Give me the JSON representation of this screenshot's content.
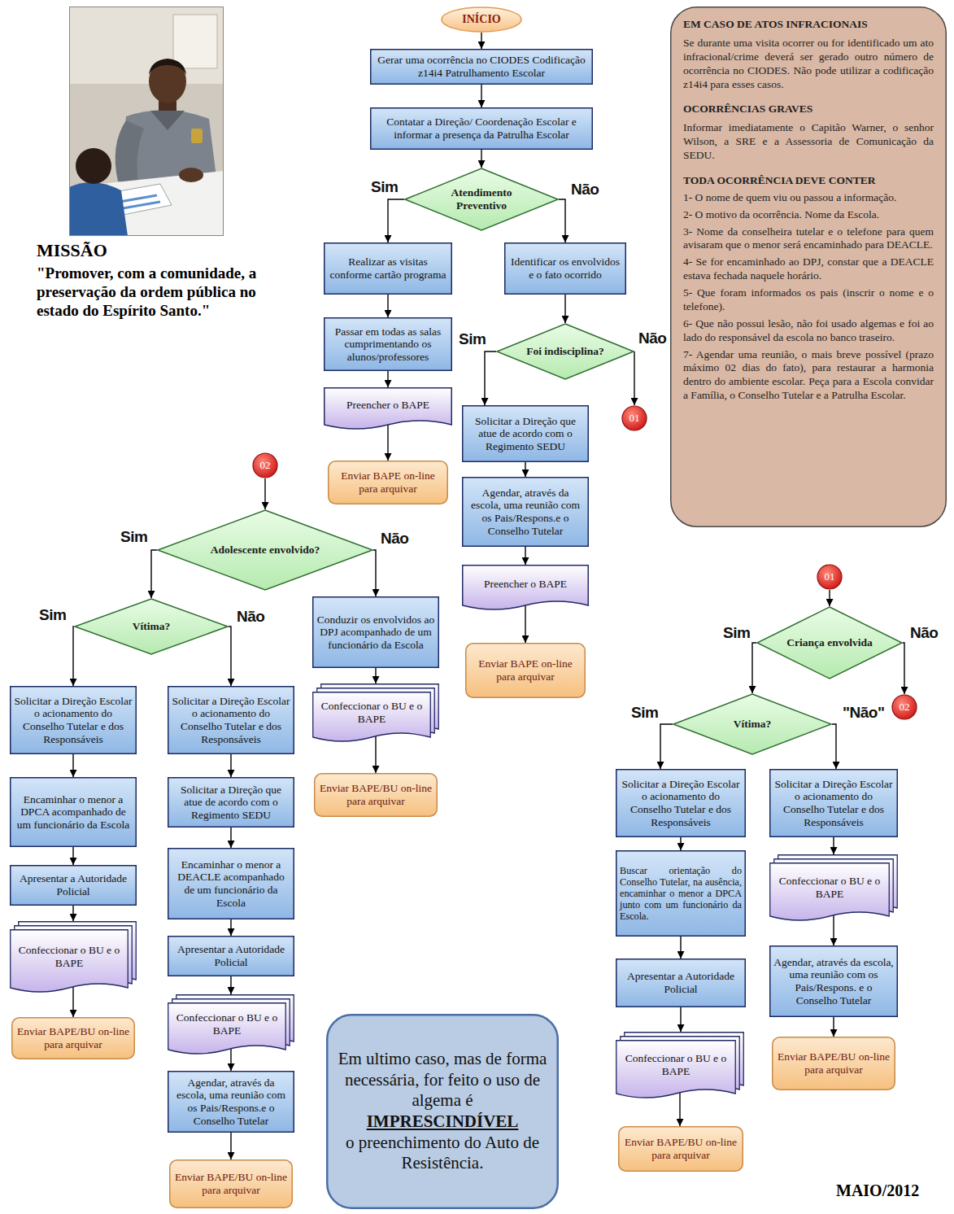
{
  "diagram": {
    "nodes": [
      {
        "text": [
          "INÍCIO"
        ]
      },
      {
        "text": [
          "Gerar uma ocorrência no CIODES Codificação z14i4 Patrulhamento Escolar"
        ]
      },
      {
        "text": [
          "Contatar a Direção/ Coordenação Escolar e informar a presença da Patrulha Escolar"
        ]
      },
      {
        "text": [
          "Atendimento Preventivo"
        ]
      },
      {
        "text": [
          "Realizar as visitas conforme cartão programa"
        ]
      },
      {
        "text": [
          "Passar em todas as salas cumprimentando os alunos/professores"
        ]
      },
      {
        "text": [
          "Preencher o BAPE"
        ]
      },
      {
        "text": [
          "Enviar BAPE on-line para arquivar"
        ]
      },
      {
        "text": [
          "Identificar os envolvidos e o fato ocorrido"
        ]
      },
      {
        "text": [
          "Foi indisciplina?"
        ]
      },
      {
        "text": [
          "Solicitar a Direção que atue de acordo com o Regimento SEDU"
        ]
      },
      {
        "text": [
          "Agendar, através da escola, uma reunião com os Pais/Respons.e o Conselho Tutelar"
        ]
      },
      {
        "text": [
          "Preencher o BAPE"
        ]
      },
      {
        "text": [
          "Enviar BAPE on-line para arquivar"
        ]
      },
      {
        "text": [
          "01"
        ]
      },
      {
        "text": [
          "EM CASO DE ATOS INFRACIONAIS",
          "Se durante uma visita ocorrer ou for identificado um ato infracional/crime deverá ser gerado outro número de ocorrência no CIODES. Não pode utilizar a codificação z14i4 para esses casos.",
          "OCORRÊNCIAS GRAVES",
          "Informar imediatamente o Capitão Warner, o senhor Wilson, a SRE e a Assessoria de Comunicação da SEDU.",
          "TODA OCORRÊNCIA DEVE CONTER",
          "1- O nome de quem viu ou passou a informação.",
          "2- O motivo da ocorrência. Nome da Escola.",
          "3- Nome da conselheira tutelar e o telefone para quem avisaram que o menor será encaminhado para DEACLE.",
          "4- Se for encaminhado ao DPJ, constar que a DEACLE estava fechada naquele horário.",
          "5- Que foram informados os pais (inscrir o nome e o telefone).",
          "6- Que não possui lesão, não foi usado algemas e foi ao lado do responsável da escola no banco traseiro.",
          "7- Agendar uma reunião, o mais breve possível (prazo máximo 02 dias do fato), para restaurar a harmonia dentro do ambiente escolar. Peça para a Escola convidar a Família, o Conselho Tutelar e a Patrulha Escolar."
        ]
      },
      {
        "text": [
          "01"
        ]
      },
      {
        "text": [
          "Criança envolvida"
        ]
      },
      {
        "text": [
          "02"
        ]
      },
      {
        "text": [
          "Vítima?"
        ]
      },
      {
        "text": [
          "Solicitar a Direção Escolar o acionamento do Conselho Tutelar e dos Responsáveis"
        ]
      },
      {
        "text": [
          "Buscar orientação do Conselho Tutelar, na ausência, encaminhar o menor a DPCA junto com um funcionário da Escola."
        ]
      },
      {
        "text": [
          "Apresentar a Autoridade Policial"
        ]
      },
      {
        "text": [
          "Confeccionar o BU e o BAPE"
        ]
      },
      {
        "text": [
          "Enviar BAPE/BU on-line para arquivar"
        ]
      },
      {
        "text": [
          "Solicitar a Direção Escolar o acionamento do Conselho Tutelar e dos Responsáveis"
        ]
      },
      {
        "text": [
          "Confeccionar o BU e o BAPE"
        ]
      },
      {
        "text": [
          "Agendar, através da escola, uma reunião com os Pais/Respons. e o Conselho Tutelar"
        ]
      },
      {
        "text": [
          "Enviar BAPE/BU on-line para arquivar"
        ]
      },
      {
        "text": [
          "02"
        ]
      },
      {
        "text": [
          "Adolescente envolvido?"
        ]
      },
      {
        "text": [
          "Vítima?"
        ]
      },
      {
        "text": [
          "Solicitar a Direção Escolar o acionamento do Conselho Tutelar e dos Responsáveis"
        ]
      },
      {
        "text": [
          "Encaminhar o menor a DPCA acompanhado de um funcionário da Escola"
        ]
      },
      {
        "text": [
          "Apresentar a Autoridade Policial"
        ]
      },
      {
        "text": [
          "Confeccionar o BU e o BAPE"
        ]
      },
      {
        "text": [
          "Enviar BAPE/BU on-line para arquivar"
        ]
      },
      {
        "text": [
          "Solicitar a Direção Escolar o acionamento do Conselho Tutelar e dos Responsáveis"
        ]
      },
      {
        "text": [
          "Solicitar a Direção que atue de acordo com o Regimento SEDU"
        ]
      },
      {
        "text": [
          "Encaminhar o menor a DEACLE acompanhado de um funcionário da Escola"
        ]
      },
      {
        "text": [
          "Apresentar a Autoridade Policial"
        ]
      },
      {
        "text": [
          "Confeccionar o BU e o BAPE"
        ]
      },
      {
        "text": [
          "Agendar, através da escola, uma reunião com os Pais/Respons.e o Conselho Tutelar"
        ]
      },
      {
        "text": [
          "Enviar BAPE/BU on-line para arquivar"
        ]
      },
      {
        "text": [
          "Conduzir os envolvidos ao DPJ acompanhado de um funcionário da Escola"
        ]
      },
      {
        "text": [
          "Confeccionar o BU e o BAPE"
        ]
      },
      {
        "text": [
          "Enviar BAPE/BU on-line para arquivar"
        ]
      },
      {
        "text": [
          "Em ultimo caso, mas de forma necessária, for feito o uso de algema é",
          "IMPRESCINDÍVEL",
          "o preenchimento do Auto de Resistência."
        ]
      }
    ],
    "edges": [
      {
        "from": 0,
        "to": 1,
        "arrow": "to"
      },
      {
        "from": 1,
        "to": 2,
        "arrow": "to"
      },
      {
        "from": 2,
        "to": 3,
        "arrow": "to"
      },
      {
        "from": 3,
        "to": 4,
        "label": "Sim",
        "arrow": "to"
      },
      {
        "from": 3,
        "to": 8,
        "label": "Não",
        "arrow": "to"
      },
      {
        "from": 4,
        "to": 5,
        "arrow": "to"
      },
      {
        "from": 5,
        "to": 6,
        "arrow": "to"
      },
      {
        "from": 6,
        "to": 7,
        "arrow": "to"
      },
      {
        "from": 8,
        "to": 9,
        "arrow": "to"
      },
      {
        "from": 9,
        "to": 10,
        "label": "Sim",
        "arrow": "to"
      },
      {
        "from": 9,
        "to": 14,
        "label": "Não",
        "arrow": "to"
      },
      {
        "from": 10,
        "to": 11,
        "arrow": "to"
      },
      {
        "from": 11,
        "to": 12,
        "arrow": "to"
      },
      {
        "from": 12,
        "to": 13,
        "arrow": "to"
      },
      {
        "from": 16,
        "to": 17,
        "arrow": "to"
      },
      {
        "from": 17,
        "to": 19,
        "label": "Sim",
        "arrow": "to"
      },
      {
        "from": 17,
        "to": 18,
        "label": "Não",
        "arrow": "to"
      },
      {
        "from": 19,
        "to": 20,
        "label": "Sim",
        "arrow": "to"
      },
      {
        "from": 19,
        "to": 25,
        "label": "\"Não\"",
        "arrow": "to"
      },
      {
        "from": 20,
        "to": 21,
        "arrow": "to"
      },
      {
        "from": 21,
        "to": 22,
        "arrow": "to"
      },
      {
        "from": 22,
        "to": 23,
        "arrow": "to"
      },
      {
        "from": 23,
        "to": 24,
        "arrow": "to"
      },
      {
        "from": 25,
        "to": 26,
        "arrow": "to"
      },
      {
        "from": 26,
        "to": 27,
        "arrow": "to"
      },
      {
        "from": 27,
        "to": 28,
        "arrow": "to"
      },
      {
        "from": 29,
        "to": 30,
        "arrow": "to"
      },
      {
        "from": 30,
        "to": 31,
        "label": "Sim",
        "arrow": "to"
      },
      {
        "from": 30,
        "to": 44,
        "label": "Não",
        "arrow": "to"
      },
      {
        "from": 31,
        "to": 32,
        "label": "Sim",
        "arrow": "to"
      },
      {
        "from": 31,
        "to": 37,
        "label": "Não",
        "arrow": "to"
      },
      {
        "from": 32,
        "to": 33,
        "arrow": "to"
      },
      {
        "from": 33,
        "to": 34,
        "arrow": "to"
      },
      {
        "from": 34,
        "to": 35,
        "arrow": "to"
      },
      {
        "from": 35,
        "to": 36,
        "arrow": "to"
      },
      {
        "from": 37,
        "to": 38,
        "arrow": "to"
      },
      {
        "from": 38,
        "to": 39,
        "arrow": "to"
      },
      {
        "from": 39,
        "to": 40,
        "arrow": "to"
      },
      {
        "from": 40,
        "to": 41,
        "arrow": "to"
      },
      {
        "from": 41,
        "to": 42,
        "arrow": "to"
      },
      {
        "from": 42,
        "to": 43,
        "arrow": "to"
      },
      {
        "from": 44,
        "to": 45,
        "arrow": "to"
      },
      {
        "from": 45,
        "to": 46,
        "arrow": "to"
      }
    ],
    "labels": [
      "MISSÃO",
      "\"Promover, com a comunidade, a preservação da ordem pública no estado do Espírito Santo.\"",
      "MAIO/2012"
    ]
  }
}
